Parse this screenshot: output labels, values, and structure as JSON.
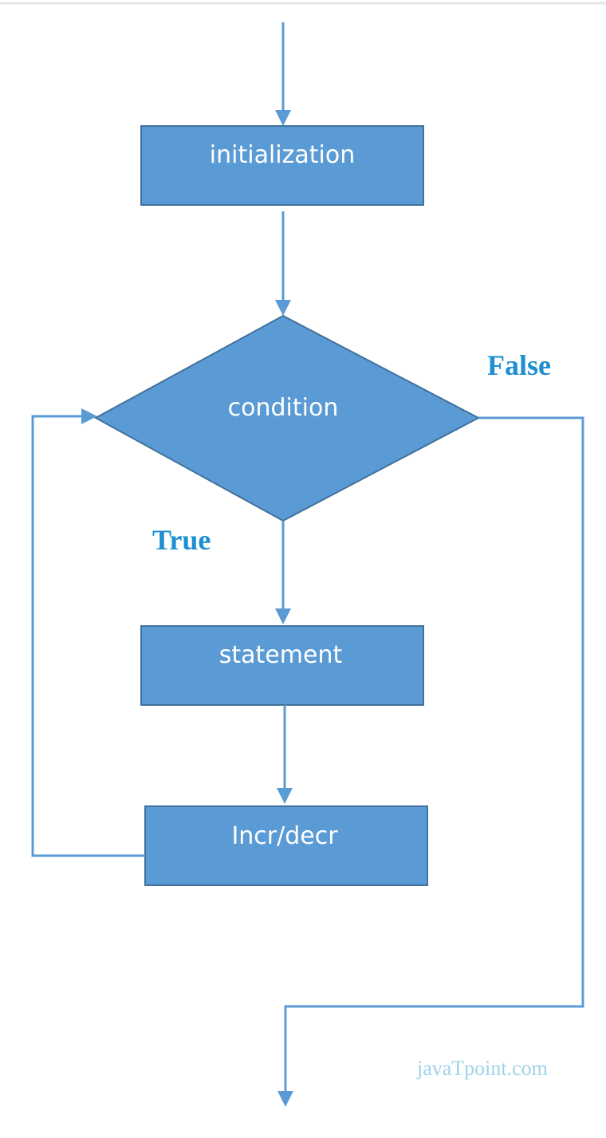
{
  "diagram": {
    "nodes": {
      "initialization": "initialization",
      "condition": "condition",
      "statement": "statement",
      "incr_decr": "Incr/decr"
    },
    "branch_labels": {
      "false": "False",
      "true": "True"
    },
    "watermark": "javaTpoint.com",
    "colors": {
      "node_fill": "#5b9bd5",
      "node_border": "#41719c",
      "connector": "#5b9bd5",
      "branch_label": "#1e8fd0",
      "watermark": "#9fd3ec"
    }
  }
}
